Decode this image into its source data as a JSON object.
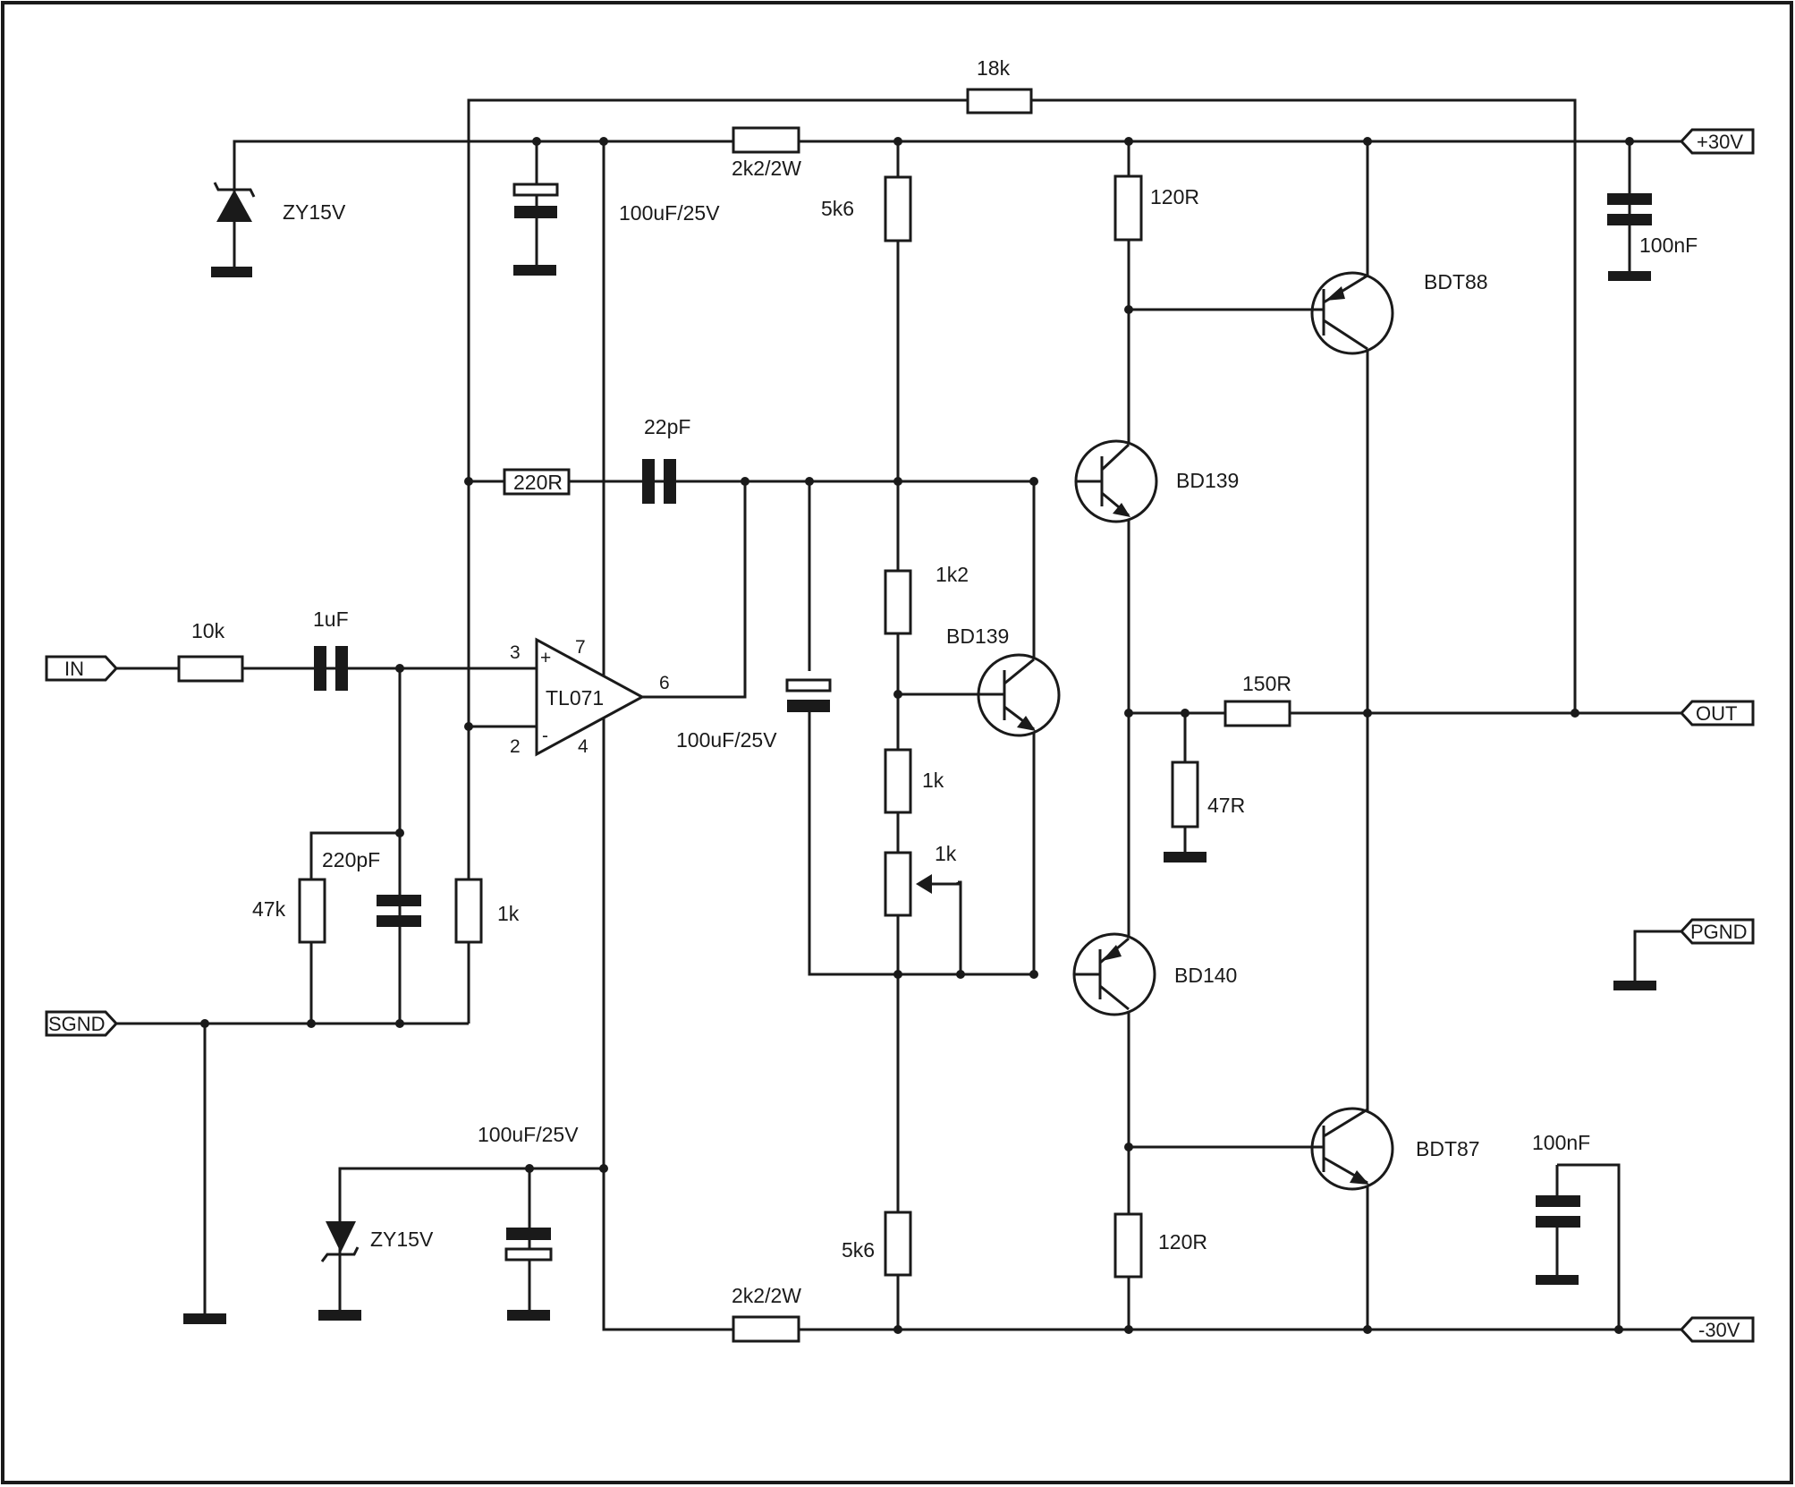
{
  "ports": {
    "in": "IN",
    "sgnd": "SGND",
    "vpos": "+30V",
    "out": "OUT",
    "pgnd": "PGND",
    "vneg": "-30V"
  },
  "opamp": {
    "name": "TL071",
    "pin_plus_sign": "+",
    "pin_minus_sign": "-",
    "pin3": "3",
    "pin2": "2",
    "pin7": "7",
    "pin4": "4",
    "pin6": "6"
  },
  "labels": {
    "r_10k": "10k",
    "c_1uf": "1uF",
    "r_47k": "47k",
    "c_220pf": "220pF",
    "r_1k_fb": "1k",
    "r_18k": "18k",
    "r_220r": "220R",
    "c_22pf": "22pF",
    "z_top": "ZY15V",
    "c_top": "100uF/25V",
    "r_2k2_top": "2k2/2W",
    "r_5k6_top": "5k6",
    "r_120r_top": "120R",
    "t_bdt88": "BDT88",
    "c_100nf_top": "100nF",
    "t_bd139_top": "BD139",
    "r_1k2": "1k2",
    "t_bd139_mid": "BD139",
    "c_mid": "100uF/25V",
    "r_1k_mid": "1k",
    "pot_1k": "1k",
    "t_bd140": "BD140",
    "r_150r": "150R",
    "r_47r": "47R",
    "t_bdt87": "BDT87",
    "c_100nf_bot": "100nF",
    "c_bot": "100uF/25V",
    "z_bot": "ZY15V",
    "r_5k6_bot": "5k6",
    "r_120r_bot": "120R",
    "r_2k2_bot": "2k2/2W"
  }
}
